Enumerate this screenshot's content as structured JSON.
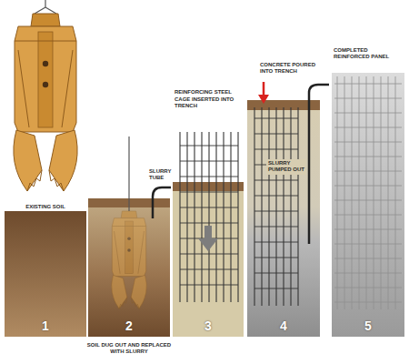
{
  "diagram": {
    "nodes": [
      {
        "text": [
          "1"
        ]
      },
      {
        "text": [
          "2"
        ]
      },
      {
        "text": [
          "3"
        ]
      },
      {
        "text": [
          "4"
        ]
      },
      {
        "text": [
          "5"
        ]
      }
    ],
    "labels": [
      "EXISTING SOIL",
      "SLURRY TUBE",
      "SOIL DUG OUT AND REPLACED WITH SLURRY",
      "REINFORCING STEEL CAGE INSERTED INTO TRENCH",
      "CONCRETE POURED INTO TRENCH",
      "SLURRY PUMPED OUT",
      "COMPLETED REINFORCED PANEL"
    ]
  }
}
